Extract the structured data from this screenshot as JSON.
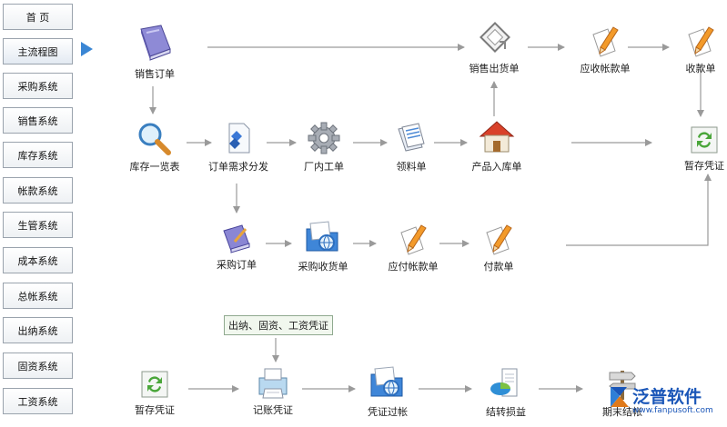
{
  "sidebar": {
    "items": [
      {
        "label": "首 页"
      },
      {
        "label": "主流程图"
      },
      {
        "label": "采购系统"
      },
      {
        "label": "销售系统"
      },
      {
        "label": "库存系统"
      },
      {
        "label": "帐款系统"
      },
      {
        "label": "生管系统"
      },
      {
        "label": "成本系统"
      },
      {
        "label": "总帐系统"
      },
      {
        "label": "出纳系统"
      },
      {
        "label": "固资系统"
      },
      {
        "label": "工资系统"
      }
    ],
    "active_index": 1
  },
  "flow": {
    "nodes": {
      "sales_order": {
        "label": "销售订单",
        "icon": "book-icon"
      },
      "sales_delivery": {
        "label": "销售出货单",
        "icon": "delivery-icon"
      },
      "receivable": {
        "label": "应收帐款单",
        "icon": "pencil-doc-icon"
      },
      "receipt": {
        "label": "收款单",
        "icon": "pencil-doc-icon"
      },
      "inventory_list": {
        "label": "库存一览表",
        "icon": "magnifier-icon"
      },
      "order_demand": {
        "label": "订单需求分发",
        "icon": "demand-doc-icon"
      },
      "factory_order": {
        "label": "厂内工单",
        "icon": "gear-icon"
      },
      "material_req": {
        "label": "领料单",
        "icon": "docs-icon"
      },
      "product_stock": {
        "label": "产品入库单",
        "icon": "house-icon"
      },
      "temp_voucher_right": {
        "label": "暂存凭证",
        "icon": "refresh-icon"
      },
      "purchase_order": {
        "label": "采购订单",
        "icon": "notepad-icon"
      },
      "purchase_receipt": {
        "label": "采购收货单",
        "icon": "folder-globe-icon"
      },
      "payable": {
        "label": "应付帐款单",
        "icon": "pencil-doc-icon"
      },
      "payment": {
        "label": "付款单",
        "icon": "pencil-doc-icon"
      },
      "temp_voucher": {
        "label": "暂存凭证",
        "icon": "refresh-icon"
      },
      "book_voucher": {
        "label": "记账凭证",
        "icon": "printer-icon"
      },
      "voucher_post": {
        "label": "凭证过帐",
        "icon": "folder-globe-icon"
      },
      "carry_forward": {
        "label": "结转损益",
        "icon": "pie-chart-icon"
      },
      "period_close": {
        "label": "期末结帐",
        "icon": "signpost-icon"
      }
    },
    "note": "出纳、固资、工资凭证"
  },
  "logo": {
    "name": "泛普软件",
    "url": "www.fanpusoft.com"
  },
  "colors": {
    "arrow": "#9a9a9a",
    "pointer": "#3a86d4",
    "logo": "#1a56b8"
  }
}
